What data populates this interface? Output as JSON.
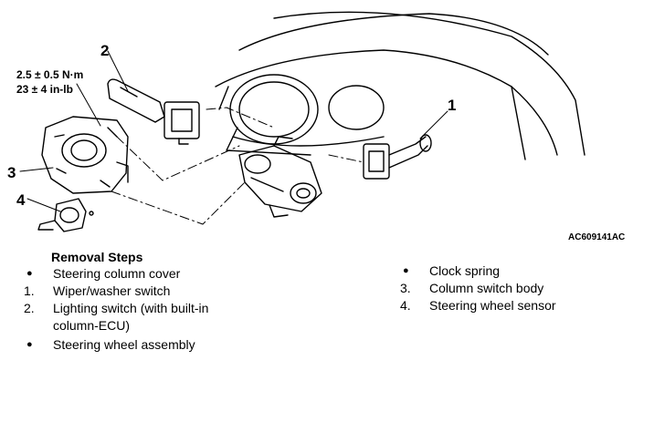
{
  "figure": {
    "id": "AC609141AC",
    "torque_nm": "2.5 ± 0.5 N·m",
    "torque_inlb": "23 ± 4 in-lb",
    "callouts": [
      "1",
      "2",
      "3",
      "4"
    ]
  },
  "removal_steps": {
    "title": "Removal Steps",
    "left": [
      {
        "marker": "●",
        "text": "Steering column cover"
      },
      {
        "marker": "1.",
        "text": "Wiper/washer switch"
      },
      {
        "marker": "2.",
        "text": "Lighting switch  (with built-in",
        "text2": "column-ECU)"
      },
      {
        "marker": "●",
        "text": "Steering wheel assembly"
      }
    ],
    "right": [
      {
        "marker": "●",
        "text": "Clock spring"
      },
      {
        "marker": "3.",
        "text": "Column switch body"
      },
      {
        "marker": "4.",
        "text": "Steering wheel sensor"
      }
    ]
  }
}
